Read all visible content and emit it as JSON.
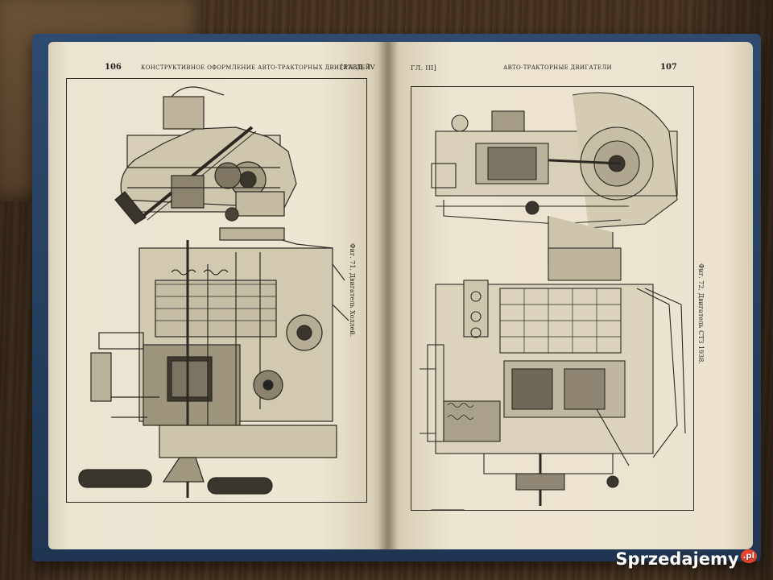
{
  "left_page": {
    "page_number": "106",
    "running_head": "КОНСТРУКТИВНОЕ ОФОРМЛЕНИЕ АВТО-ТРАКТОРНЫХ ДВИГАТЕЛЕЙ",
    "section": "[РАЗД. IV",
    "caption": "Фиг. 71. Двигатель Холлей."
  },
  "right_page": {
    "page_number": "107",
    "chapter": "ГЛ. III]",
    "running_head": "АВТО-ТРАКТОРНЫЕ ДВИГАТЕЛИ",
    "caption": "Фиг. 72. Двигатель СТЗ 1938."
  },
  "watermark": {
    "text": "Sprzedajemy",
    "badge": ".pl",
    "badge_color": "#e8432e"
  },
  "colors": {
    "paper": "#ebe4d1",
    "ink": "#2b2822",
    "cover": "#2e4a6e"
  }
}
